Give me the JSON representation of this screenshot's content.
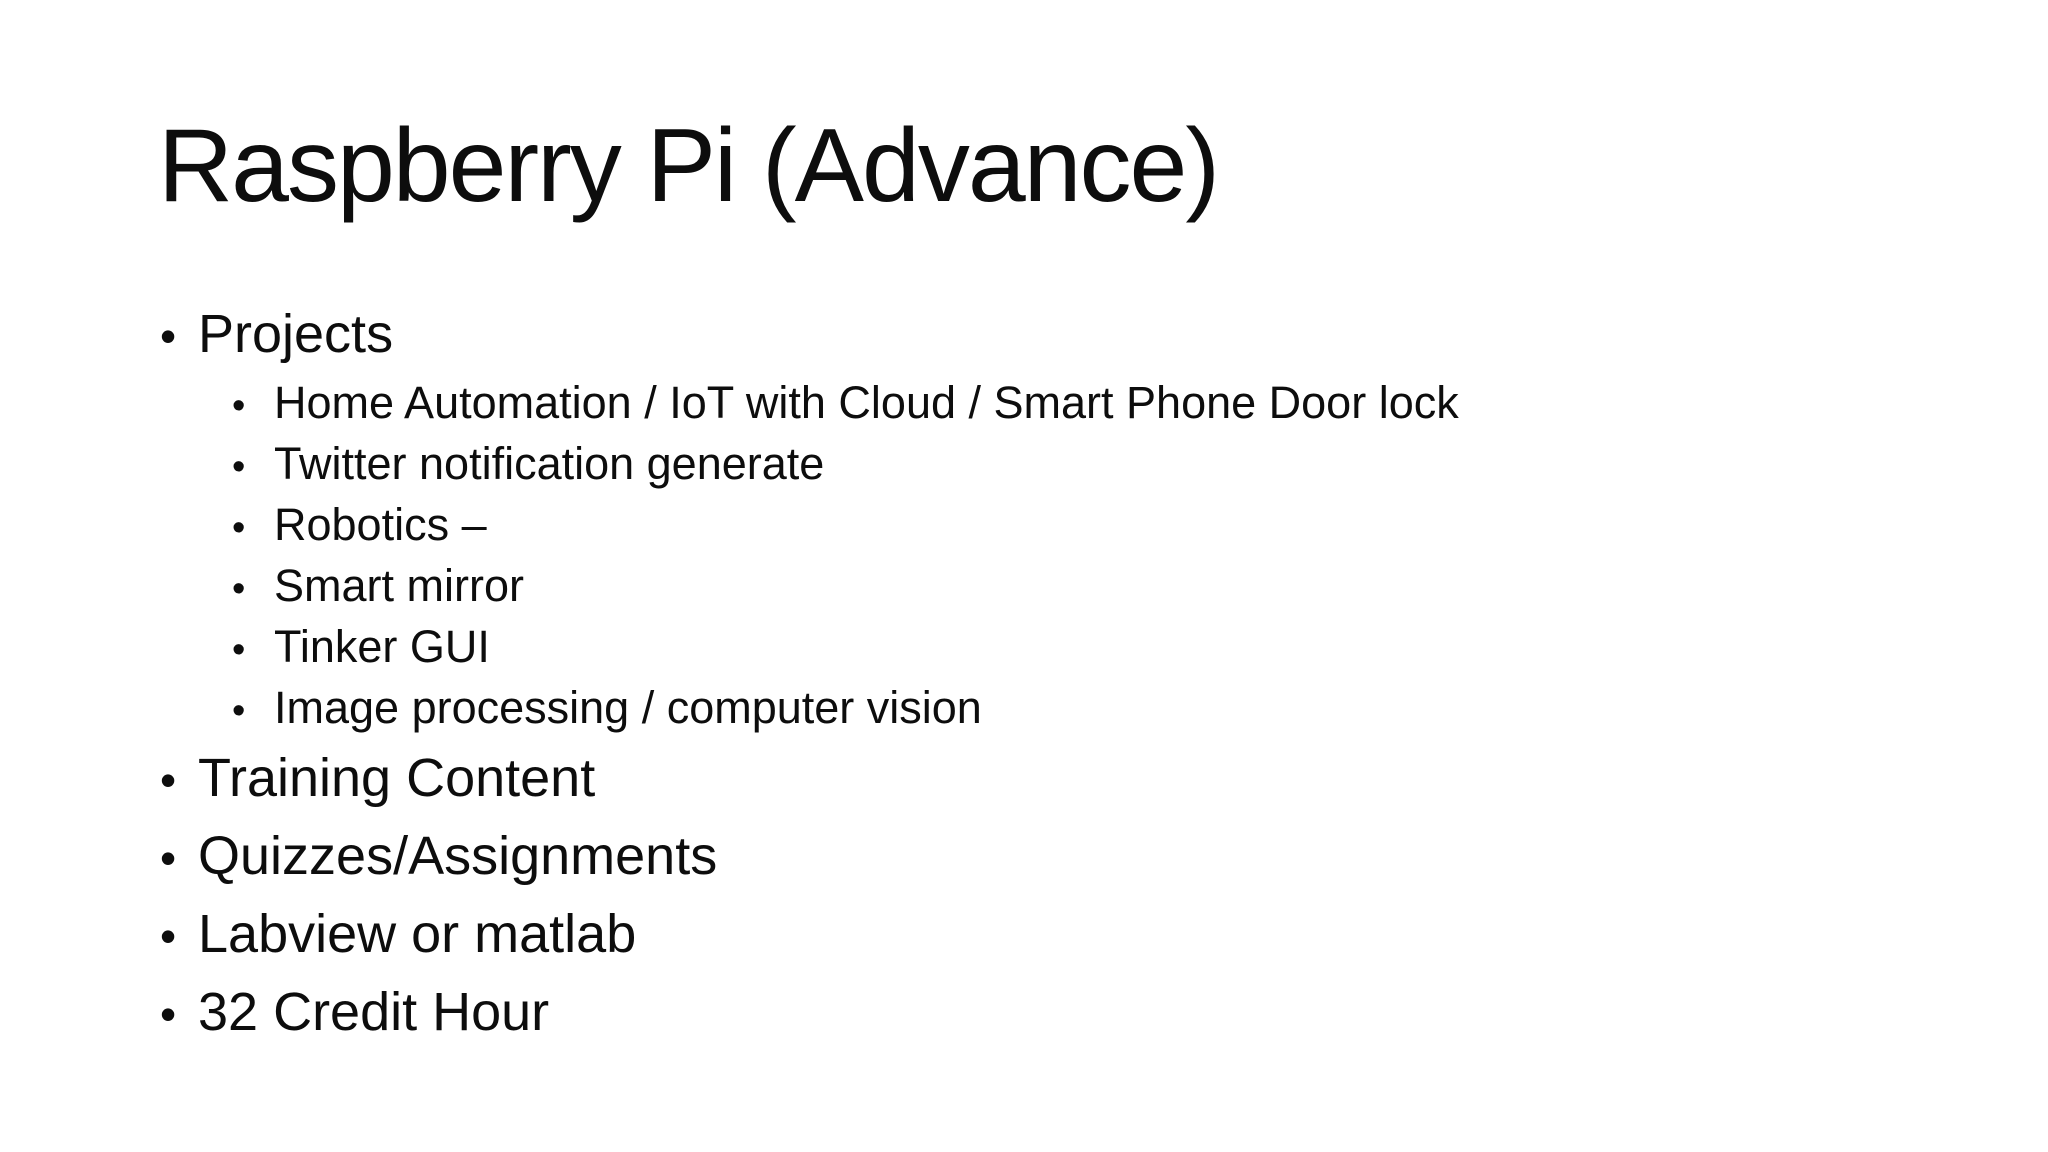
{
  "slide": {
    "title": "Raspberry Pi (Advance)",
    "bullet_char": "•",
    "background_color": "#ffffff",
    "text_color": "#0d0d0d",
    "content": [
      {
        "level": 1,
        "text": "Projects"
      },
      {
        "level": 2,
        "text": "Home Automation / IoT with Cloud / Smart Phone Door lock"
      },
      {
        "level": 2,
        "text": "Twitter notification generate"
      },
      {
        "level": 2,
        "text": "Robotics –"
      },
      {
        "level": 2,
        "text": "Smart mirror"
      },
      {
        "level": 2,
        "text": "Tinker GUI"
      },
      {
        "level": 2,
        "text": "Image processing / computer vision"
      },
      {
        "level": 1,
        "text": "Training Content"
      },
      {
        "level": 1,
        "text": "Quizzes/Assignments"
      },
      {
        "level": 1,
        "text": "Labview or matlab"
      },
      {
        "level": 1,
        "text": "32 Credit Hour"
      }
    ]
  }
}
